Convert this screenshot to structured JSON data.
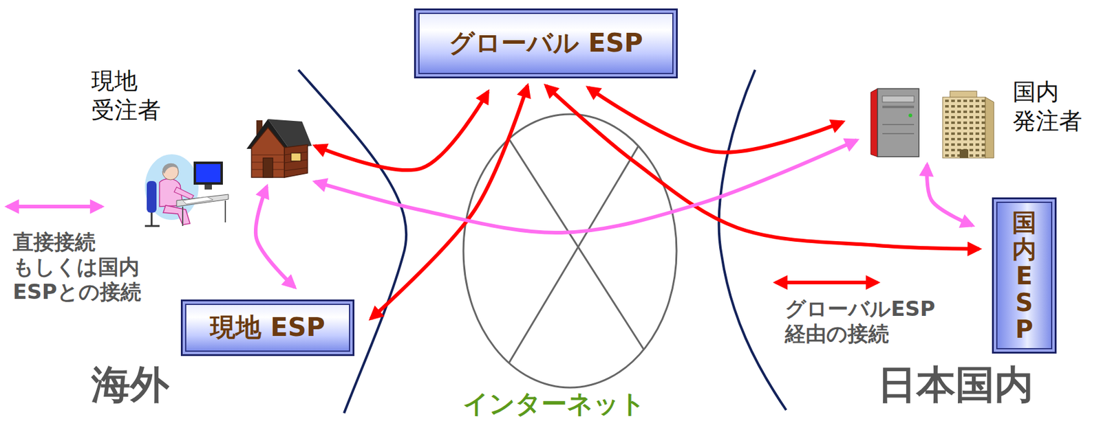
{
  "diagram": {
    "nodes": [
      {
        "text": [
          "グローバル ESP"
        ]
      },
      {
        "text": [
          "現地 受注者"
        ]
      },
      {
        "text": [
          "国内 発注者"
        ]
      },
      {
        "text": [
          "現地 ESP"
        ]
      },
      {
        "text": [
          "国内 ESP"
        ]
      }
    ],
    "edges": [
      {
        "from": 1,
        "to": 0,
        "arrow": "both"
      },
      {
        "from": 3,
        "to": 0,
        "arrow": "both"
      },
      {
        "from": 0,
        "to": 2,
        "arrow": "both"
      },
      {
        "from": 0,
        "to": 4,
        "arrow": "both"
      },
      {
        "from": 1,
        "to": 2,
        "arrow": "both"
      },
      {
        "from": 1,
        "to": 3,
        "arrow": "both"
      },
      {
        "from": 2,
        "to": 4,
        "arrow": "both"
      }
    ],
    "labels": [
      "海外",
      "インターネット",
      "日本国内"
    ],
    "legend": [
      {
        "text": "直接接続 もしくは国内 ESPとの接続"
      },
      {
        "text": "グローバルESP 経由の接続"
      }
    ]
  }
}
